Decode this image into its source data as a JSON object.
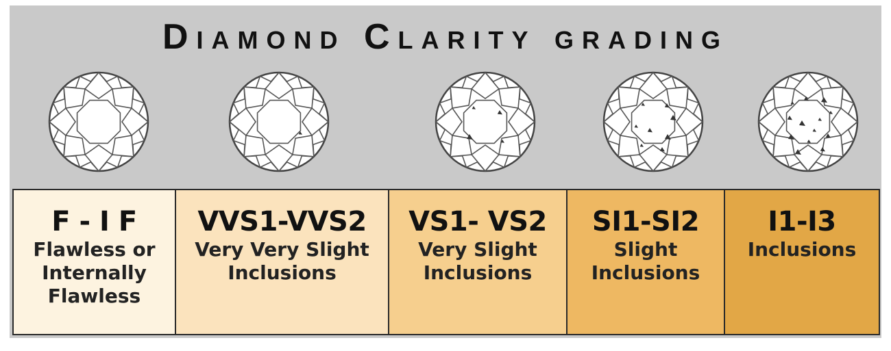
{
  "title": "Diamond Clarity grading",
  "colors": {
    "panel": "#c9c9c9",
    "cell_fills": [
      "#fdf3e0",
      "#fbe3bd",
      "#f6cf8e",
      "#eeb862",
      "#e2a746"
    ],
    "border": "#2a2a2a"
  },
  "grades": [
    {
      "code": "F - I F",
      "description": "Flawless or Internally Flawless",
      "inclusion_level": 0
    },
    {
      "code": "VVS1-VVS2",
      "description": "Very Very Slight Inclusions",
      "inclusion_level": 1
    },
    {
      "code": "VS1- VS2",
      "description": "Very Slight Inclusions",
      "inclusion_level": 2
    },
    {
      "code": "SI1-SI2",
      "description": "Slight Inclusions",
      "inclusion_level": 3
    },
    {
      "code": "I1-I3",
      "description": "Inclusions",
      "inclusion_level": 4
    }
  ]
}
